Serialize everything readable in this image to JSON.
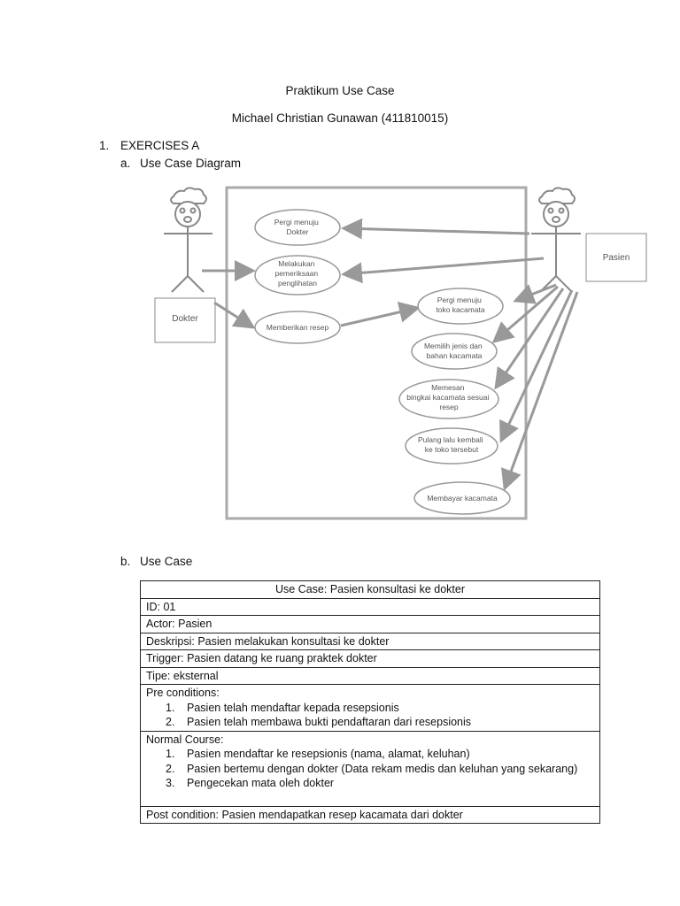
{
  "header": {
    "title": "Praktikum Use Case",
    "author": "Michael Christian Gunawan (411810015)"
  },
  "section1": {
    "number": "1.",
    "label": "EXERCISES A",
    "sub_a": {
      "letter": "a.",
      "label": "Use Case Diagram"
    },
    "sub_b": {
      "letter": "b.",
      "label": "Use Case"
    }
  },
  "diagram": {
    "actors": {
      "left_box": "Dokter",
      "right_box": "Pasien"
    },
    "use_cases": [
      [
        "Pergi menuju",
        "Dokter"
      ],
      [
        "Melakukan",
        "pemeriksaan",
        "penglihatan"
      ],
      [
        "Memberikan resep"
      ],
      [
        "Pergi menuju",
        "toko kacamata"
      ],
      [
        "Memilih jenis dan",
        "bahan kacamata"
      ],
      [
        "Memesan",
        "bingkai kacamata sesuai",
        "resep"
      ],
      [
        "Pulang lalu kembali",
        "ke toko tersebut"
      ],
      [
        "Membayar kacamata"
      ]
    ],
    "line_color": "#999999"
  },
  "use_case_table": {
    "title": "Use Case: Pasien konsultasi ke dokter",
    "id": "ID: 01",
    "actor": "Actor: Pasien",
    "deskripsi": "Deskripsi: Pasien melakukan konsultasi ke dokter",
    "trigger": "Trigger: Pasien datang ke ruang praktek dokter",
    "tipe": "Tipe: eksternal",
    "pre_conditions_label": "Pre conditions:",
    "pre_conditions": [
      {
        "n": "1.",
        "text": "Pasien telah mendaftar kepada resepsionis"
      },
      {
        "n": "2.",
        "text": "Pasien telah membawa bukti pendaftaran dari resepsionis"
      }
    ],
    "normal_course_label": "Normal Course:",
    "normal_course": [
      {
        "n": "1.",
        "text": "Pasien mendaftar ke resepsionis (nama, alamat, keluhan)"
      },
      {
        "n": "2.",
        "text": "Pasien bertemu dengan dokter (Data rekam medis dan keluhan yang sekarang)"
      },
      {
        "n": "3.",
        "text": "Pengecekan mata oleh dokter"
      }
    ],
    "post_condition": "Post condition:  Pasien mendapatkan resep kacamata dari dokter"
  }
}
